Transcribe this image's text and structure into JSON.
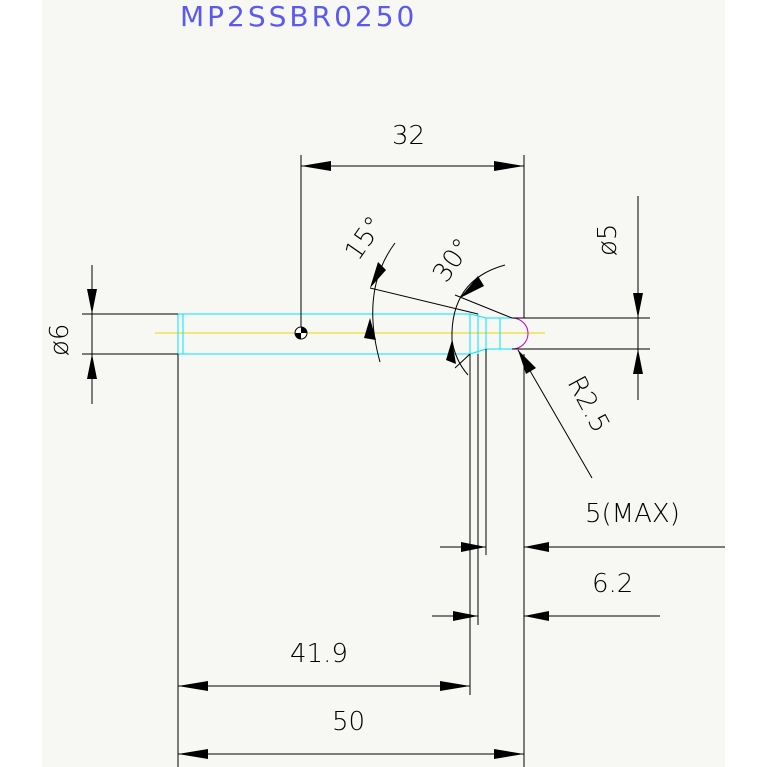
{
  "title": "MP2SSBR0250",
  "dimensions": {
    "overall_length": "50",
    "shank_length": "41.9",
    "center_distance": "32",
    "neck_length": "6.2",
    "max_length": "5(MAX)",
    "shank_diameter": "ø6",
    "neck_diameter": "ø5",
    "radius": "R2.5",
    "angle_1": "15°",
    "angle_2": "30°"
  },
  "colors": {
    "title": "#5a5af0",
    "part_outline": "#00e5ff",
    "center_axis": "#e8d800",
    "background_panel": "#f7f7f4"
  }
}
